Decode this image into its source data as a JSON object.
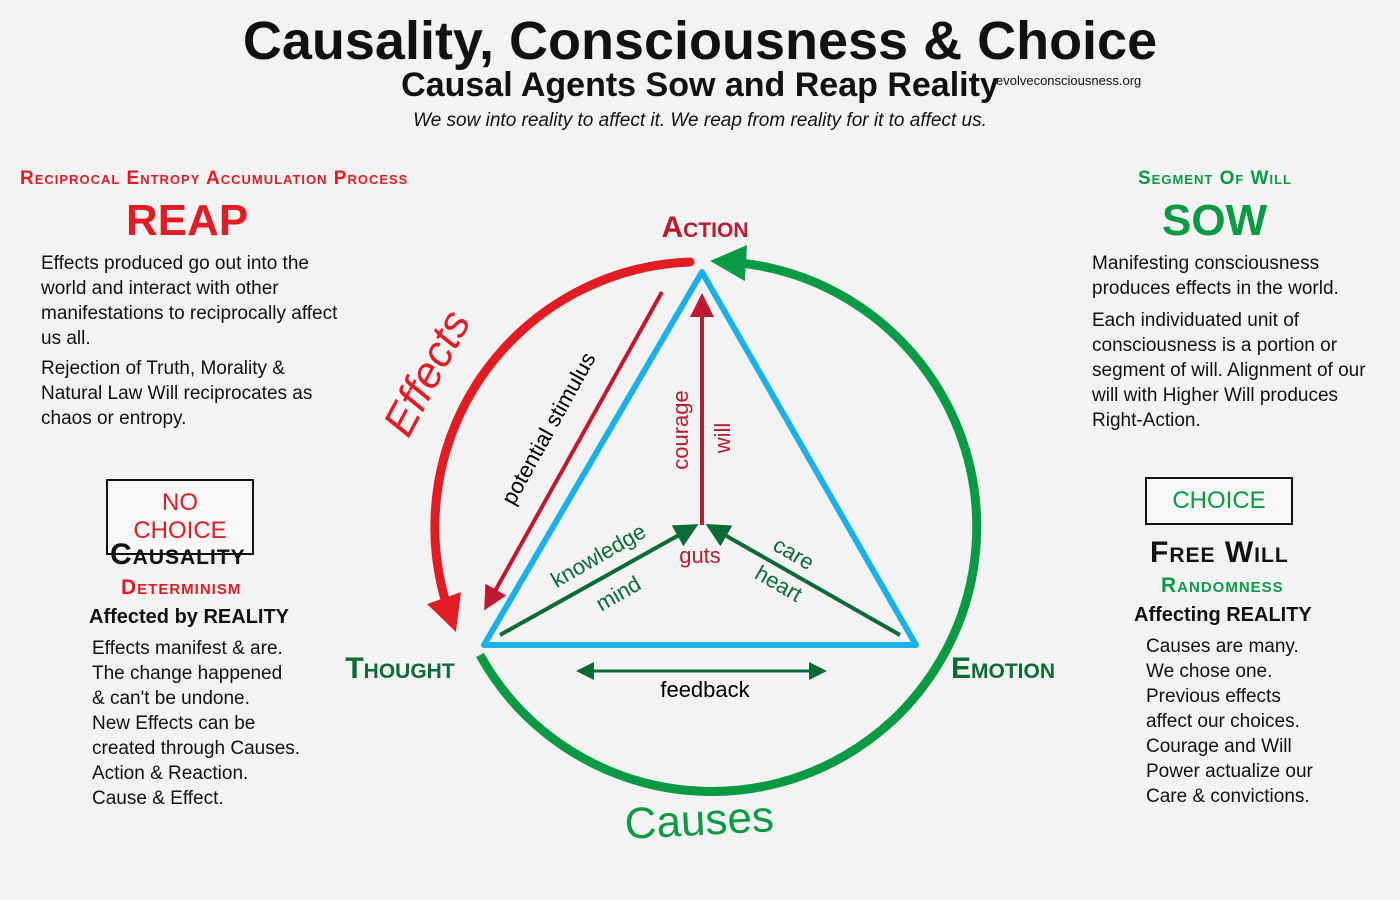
{
  "header": {
    "title": "Causality, Consciousness & Choice",
    "subtitle": "Causal Agents Sow and Reap Reality",
    "url": "evolveconsciousness.org",
    "tagline": "We sow into reality to affect it. We reap from reality for it to affect us."
  },
  "left": {
    "acronym": "Reciprocal Entropy Accumulation Process",
    "heading": "REAP",
    "p1": "Effects produced go out into the world and interact with other manifestations to reciprocally affect us all.",
    "p2": "Rejection of Truth, Morality & Natural Law Will reciprocates as chaos or entropy.",
    "box": "NO CHOICE",
    "concept": "Causality",
    "sub": "Determinism",
    "affected": "Affected by REALITY",
    "lines": [
      "Effects manifest & are.",
      "The change happened",
      "& can't be undone.",
      "New Effects can be",
      "created through Causes.",
      "Action & Reaction.",
      "Cause & Effect."
    ]
  },
  "right": {
    "acronym": "Segment Of Will",
    "heading": "SOW",
    "p1": "Manifesting consciousness produces effects in the world.",
    "p2": "Each individuated unit of consciousness is a portion or segment of will. Alignment of our will with Higher Will produces Right-Action.",
    "box": "CHOICE",
    "concept": "Free Will",
    "sub": "Randomness",
    "affected": "Affecting REALITY",
    "lines": [
      "Causes are many.",
      "We chose one.",
      "Previous effects",
      "affect our choices.",
      "Courage and Will",
      "Power actualize our",
      "Care & convictions."
    ]
  },
  "diagram": {
    "action": "Action",
    "thought": "Thought",
    "emotion": "Emotion",
    "effects": "Effects",
    "causes": "Causes",
    "stimulus": "potential stimulus",
    "courage": "courage",
    "will": "will",
    "knowledge": "knowledge",
    "mind": "mind",
    "guts": "guts",
    "care": "care",
    "heart": "heart",
    "feedback": "feedback"
  },
  "colors": {
    "red": "#e31b23",
    "darkred": "#c0192f",
    "green": "#0a9a44",
    "darkgreen": "#0b6b35",
    "blue": "#1ab0e8"
  }
}
